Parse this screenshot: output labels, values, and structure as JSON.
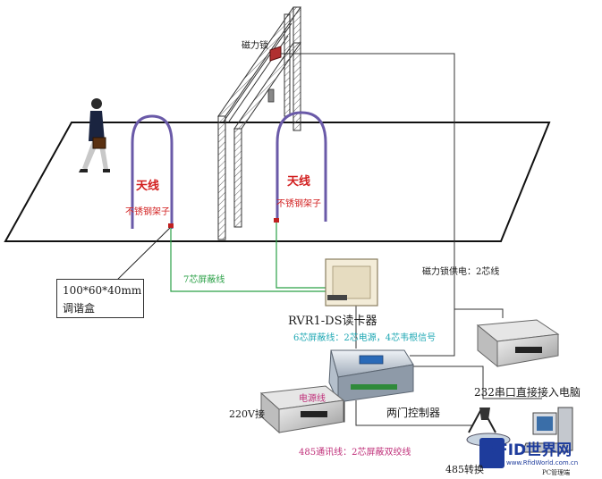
{
  "labels": {
    "antenna_left": "天线",
    "antenna_right": "天线",
    "frame_left": "不锈钢架子",
    "frame_right": "不锈钢架子",
    "maglock": "磁力锁",
    "cable_7core": "7芯屏蔽线",
    "tuning_box_size": "100*60*40mm",
    "tuning_box_name": "调谐盒",
    "maglock_power": "磁力锁供电：2芯线",
    "reader": "RVR1-DS读卡器",
    "cable_6core": "6芯屏蔽线：2芯电源，4芯韦根信号",
    "serial_pc": "232串口直接接入电脑",
    "power_cable": "电源线",
    "input_220v": "220V接",
    "controller": "两门控制器",
    "cable_485": "485通讯线：2芯屏蔽双绞线",
    "converter_485": "485转换",
    "logo_main": "RFID世界网",
    "logo_url": "www.RfidWorld.com.cn",
    "pc_caption": "PC管理端"
  },
  "colors": {
    "red": "#d22020",
    "green": "#2aa046",
    "cyan": "#20a8b4",
    "magenta": "#c0307a",
    "antenna_stroke": "#6a5aa8",
    "logo_blue": "#1e3c9c"
  }
}
